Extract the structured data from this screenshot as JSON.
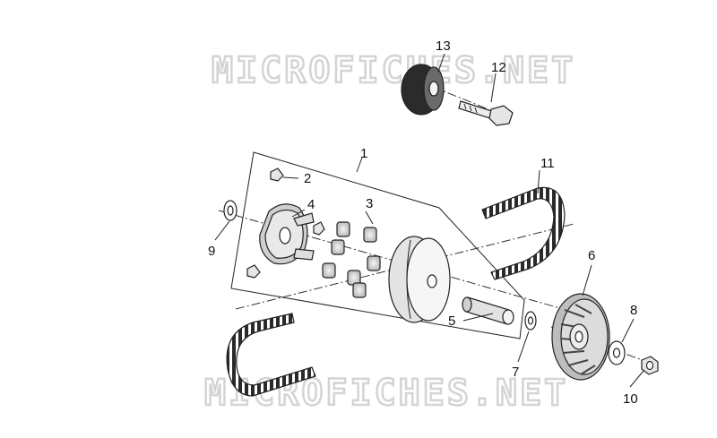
{
  "watermark": "MICROFICHES.NET",
  "callouts": [
    {
      "id": "callout-1",
      "number": "1"
    },
    {
      "id": "callout-2",
      "number": "2"
    },
    {
      "id": "callout-3",
      "number": "3"
    },
    {
      "id": "callout-4",
      "number": "4"
    },
    {
      "id": "callout-5",
      "number": "5"
    },
    {
      "id": "callout-6",
      "number": "6"
    },
    {
      "id": "callout-7",
      "number": "7"
    },
    {
      "id": "callout-8",
      "number": "8"
    },
    {
      "id": "callout-9",
      "number": "9"
    },
    {
      "id": "callout-10",
      "number": "10"
    },
    {
      "id": "callout-11",
      "number": "11"
    },
    {
      "id": "callout-12",
      "number": "12"
    },
    {
      "id": "callout-13",
      "number": "13"
    }
  ]
}
